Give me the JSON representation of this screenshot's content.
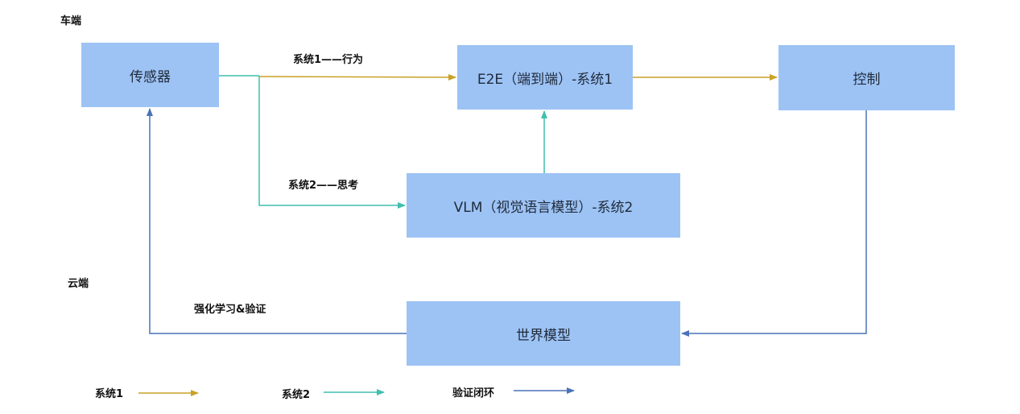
{
  "zones": {
    "vehicle": "车端",
    "cloud": "云端"
  },
  "nodes": {
    "sensor": "传感器",
    "e2e": "E2E（端到端）-系统1",
    "control": "控制",
    "vlm": "VLM（视觉语言模型）-系统2",
    "world_model": "世界模型"
  },
  "edge_labels": {
    "system1_action": "系统1——行为",
    "system2_thinking": "系统2——思考",
    "rl_verify": "强化学习&验证"
  },
  "legend": [
    {
      "label": "系统1",
      "color": "#c9a227"
    },
    {
      "label": "系统2",
      "color": "#3fbfae"
    },
    {
      "label": "验证闭环",
      "color": "#4a72b8"
    }
  ],
  "colors": {
    "system1": "#c9a227",
    "system2": "#3fbfae",
    "verify_loop": "#4a72b8",
    "node_fill": "#9dc3f5"
  }
}
